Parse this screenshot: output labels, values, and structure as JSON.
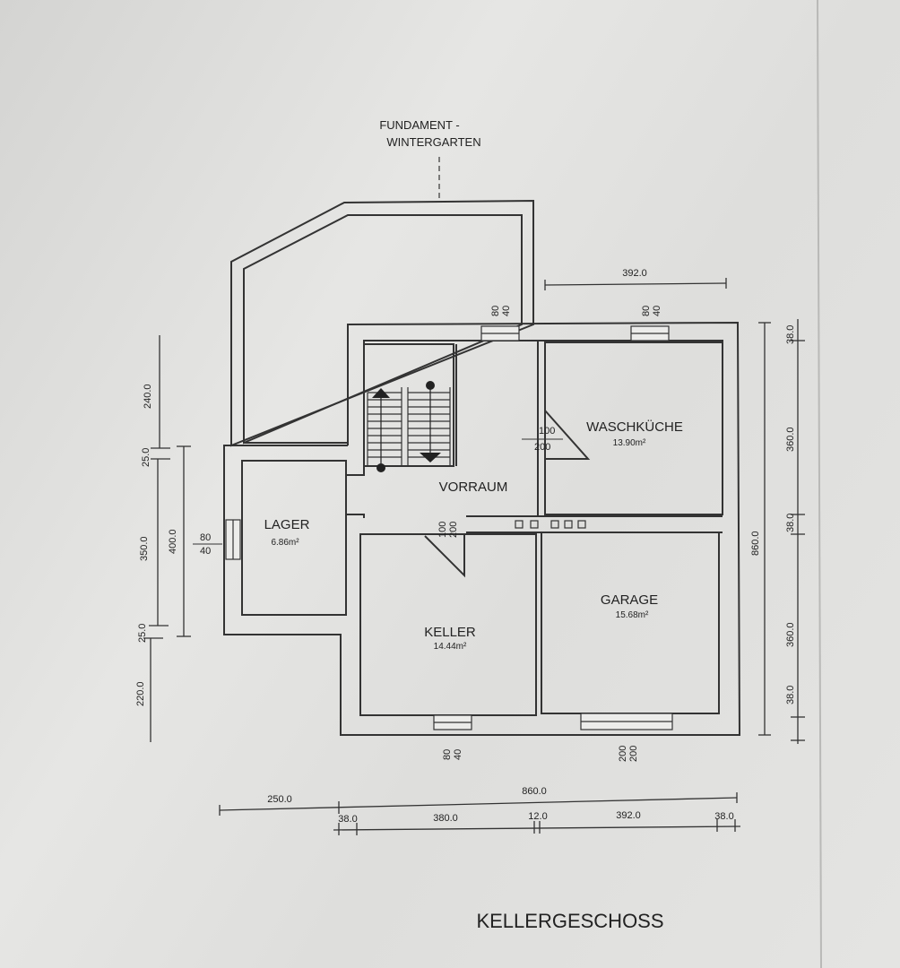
{
  "plan": {
    "title": "KELLERGESCHOSS",
    "note_line1": "FUNDAMENT -",
    "note_line2": "WINTERGARTEN",
    "rooms": {
      "waschkueche": {
        "name": "WASCHKÜCHE",
        "area": "13.90m²"
      },
      "vorraum": {
        "name": "VORRAUM"
      },
      "lager": {
        "name": "LAGER",
        "area": "6.86m²"
      },
      "keller": {
        "name": "KELLER",
        "area": "14.44m²"
      },
      "garage": {
        "name": "GARAGE",
        "area": "15.68m²"
      }
    },
    "openings": {
      "top_left_window": [
        "80",
        "40"
      ],
      "top_right_window": [
        "80",
        "40"
      ],
      "side_window": [
        "80",
        "40"
      ],
      "door_waschkueche": [
        "100",
        "200"
      ],
      "door_keller": [
        "100",
        "200"
      ],
      "bottom_keller_window": [
        "80",
        "40"
      ],
      "bottom_garage_window": [
        "200",
        "200"
      ]
    },
    "dims": {
      "top": "392.0",
      "left_outer": [
        "240.0",
        "25.0",
        "350.0",
        "25.0",
        "220.0"
      ],
      "left_inner": "400.0",
      "right_outer": "860.0",
      "right_inner": [
        "38.0",
        "360.0",
        "38.0",
        "360.0",
        "38.0"
      ],
      "bottom_total": "860.0",
      "bottom_offset": "250.0",
      "bottom_parts": [
        "38.0",
        "380.0",
        "12.0",
        "392.0",
        "38.0"
      ]
    }
  }
}
